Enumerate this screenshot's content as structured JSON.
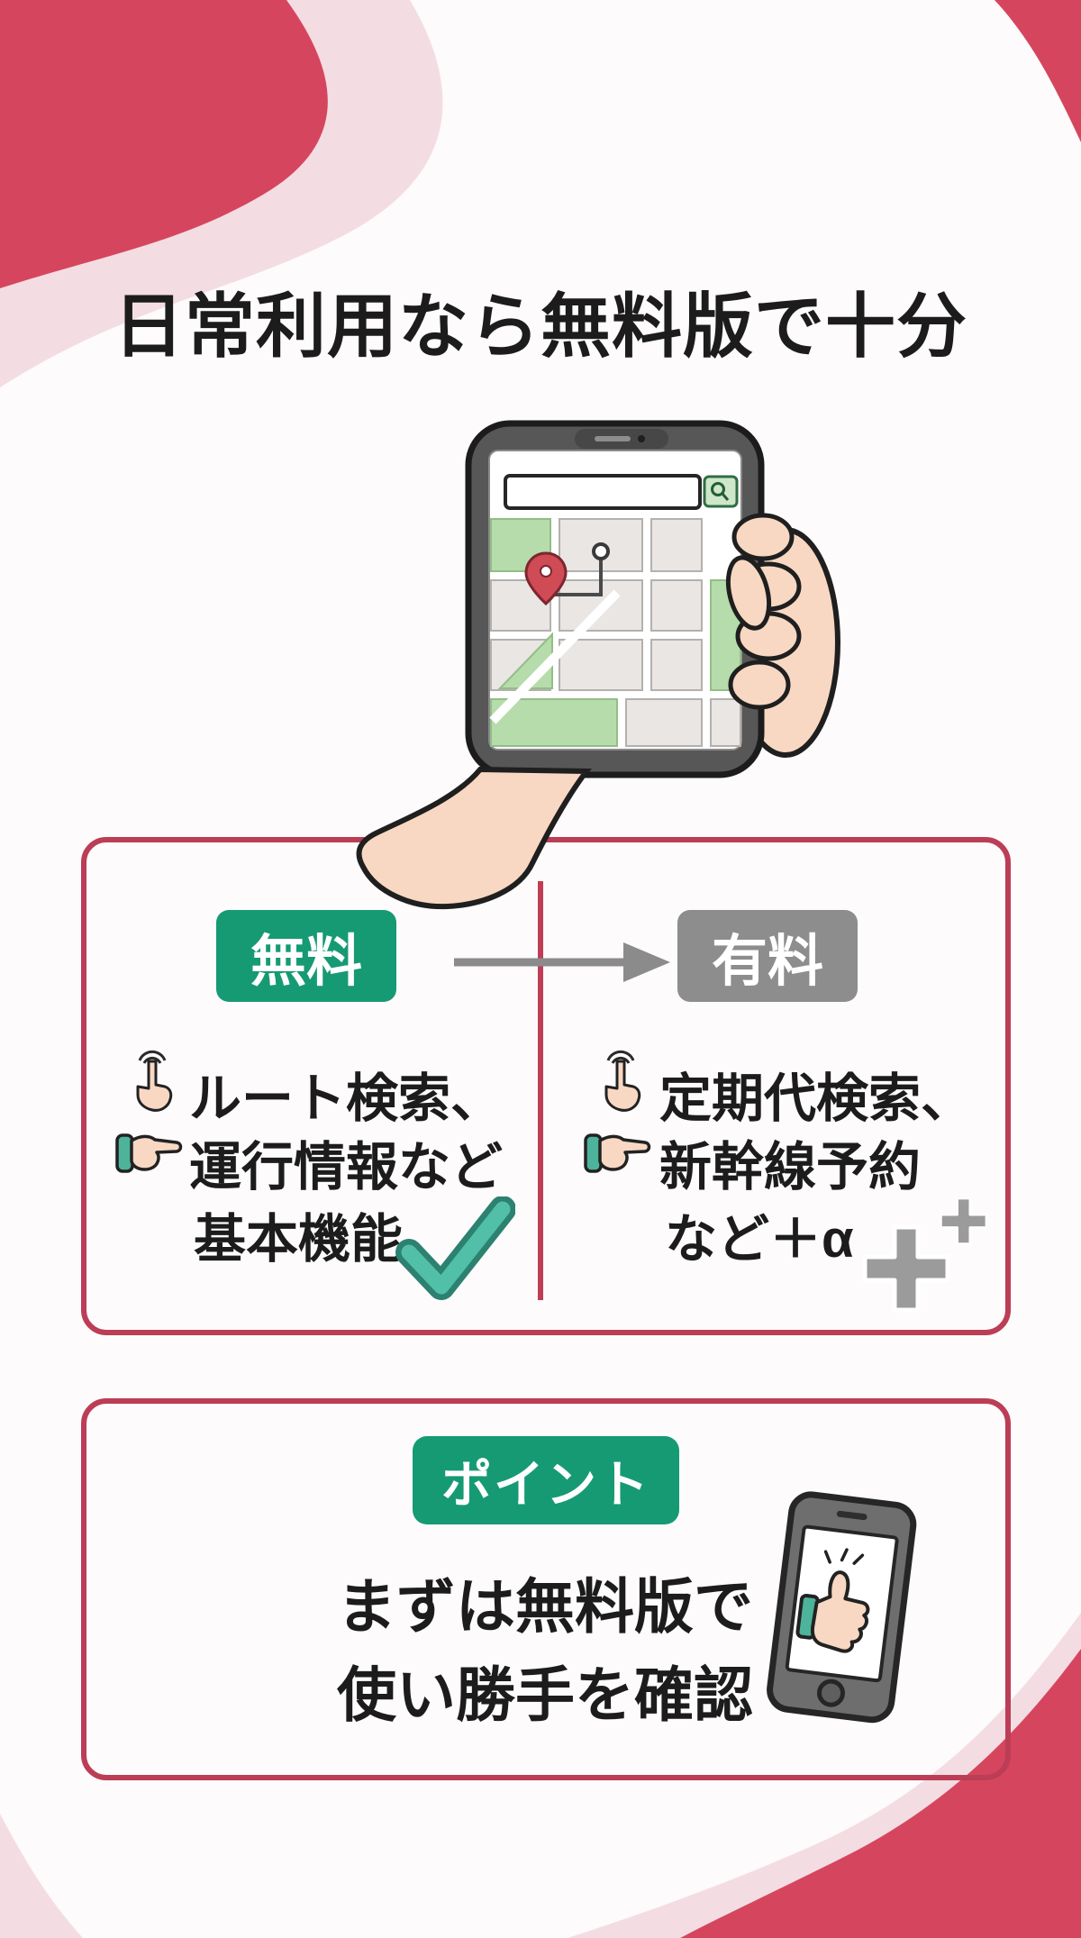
{
  "page": {
    "title": "日常利用なら無料版で十分",
    "background": "#fdfbfb"
  },
  "colors": {
    "crimson_wave": "#d6455e",
    "pink_wave": "#f3dde2",
    "box_border": "#bb3d56",
    "divider": "#c03d55",
    "green_badge": "#169a74",
    "gray_badge": "#8d8d8d",
    "arrow_gray": "#8b8b8b",
    "check_teal": "#52bfa8",
    "plus_gray": "#9b9b9b",
    "text": "#1c1c1c"
  },
  "comparison_box": {
    "free_badge": "無料",
    "paid_badge": "有料",
    "free_features": [
      {
        "icon": "tap-icon",
        "text": "ルート検索、"
      },
      {
        "icon": "pointing-hand-icon",
        "text": "運行情報など"
      },
      {
        "icon": "none",
        "text": "基本機能"
      }
    ],
    "paid_features": [
      {
        "icon": "tap-icon",
        "text": "定期代検索、"
      },
      {
        "icon": "pointing-hand-icon",
        "text": "新幹線予約"
      },
      {
        "icon": "none",
        "text": "など＋α"
      }
    ],
    "free_mark_icon": "checkmark-icon",
    "paid_mark_icon": "plus-icon",
    "arrow_icon": "arrow-right-icon"
  },
  "point_box": {
    "badge": "ポイント",
    "line1": "まずは無料版で",
    "line2": "使い勝手を確認",
    "icon": "thumbs-up-phone-icon"
  },
  "illustration": {
    "name": "hand-holding-phone-with-map",
    "elements": [
      "search-bar",
      "search-icon",
      "map-grid",
      "location-pin-icon",
      "route-line",
      "destination-circle-icon"
    ]
  }
}
